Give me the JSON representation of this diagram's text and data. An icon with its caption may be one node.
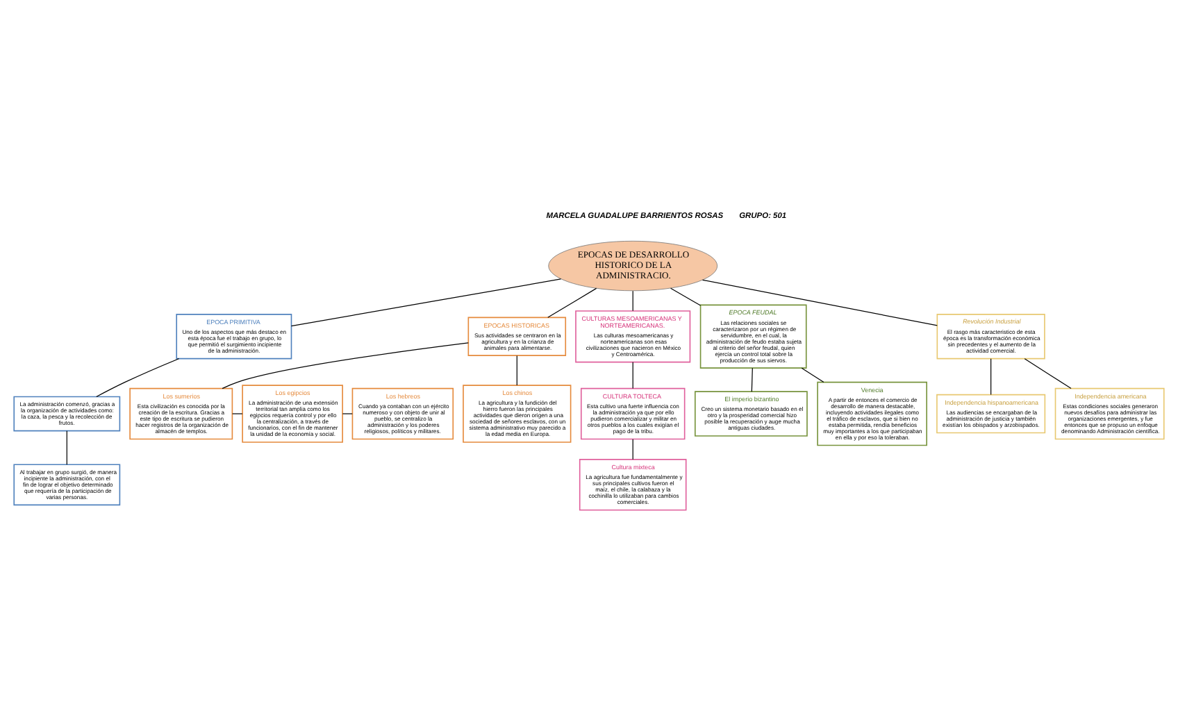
{
  "diagram": {
    "nodes": [
      {
        "text": [
          "EPOCAS DE DESARROLLO HISTORICO DE LA ADMINISTRACIO."
        ]
      },
      {
        "text": [
          "EPOCA PRIMITIVA",
          "Uno de los aspectos que más destaco en esta época fue el trabajo en grupo, lo que permitió el surgimiento incipiente de la administración."
        ]
      },
      {
        "text": [
          "La administración comenzó, gracias a la organización de actividades como: la caza, la pesca y la recolección de frutos."
        ]
      },
      {
        "text": [
          "Al trabajar en grupo surgió, de manera incipiente la administración, con el fin de lograr el objetivo determinado que requería de la participación de varias personas."
        ]
      },
      {
        "text": [
          "EPOCAS HISTORICAS",
          "Sus actividades se centraron en la agricultura y en la crianza de animales para alimentarse."
        ]
      },
      {
        "text": [
          "Los sumerios",
          "Esta civilización es conocida por la creación de la escritura. Gracias a este tipo de escritura se pudieron hacer registros de la organización de almacén de templos."
        ]
      },
      {
        "text": [
          "Los egipcios",
          "La administración de una extensión territorial tan amplia como los egipcios requería control y por ello la centralización, a través de funcionarios, con el fin de mantener la unidad de la economía y social."
        ]
      },
      {
        "text": [
          "Los hebreos",
          "Cuando ya contaban con un ejército numeroso y con objeto de unir al pueblo, se centralizo la administración y los poderes religiosos, políticos y militares."
        ]
      },
      {
        "text": [
          "Los chinos",
          "La agricultura y la fundición del hierro fueron las principales actividades que dieron origen a una sociedad de señores esclavos, con un sistema administrativo muy parecido a la edad media en Europa."
        ]
      },
      {
        "text": [
          "CULTURAS MESOAMERICANAS Y NORTEAMERICANAS.",
          "Las culturas mesoamericanas y norteamericanas son esas civilizaciones que nacieron en México y Centroamérica."
        ]
      },
      {
        "text": [
          "CULTURA TOLTECA",
          "Esta cultivo una fuerte influencia con la administración ya que por ello pudieron comercializar y militar en otros pueblos a los cuales exigían el pago de la tribu."
        ]
      },
      {
        "text": [
          "Cultura mixteca",
          "La agricultura fue fundamentalmente y sus principales cultivos fueron el maíz, el chile, la calabaza y la cochinilla lo utilizaban para cambios comerciales."
        ]
      },
      {
        "text": [
          "EPOCA FEUDAL",
          "Las relaciones sociales se caracterizaron por un régimen de servidumbre, en el cual, la administración de feudo estaba sujeta al criterio del señor feudal, quien ejercía un control total sobre la producción de sus siervos."
        ]
      },
      {
        "text": [
          "El imperio bizantino",
          "Creo un sistema monetario basado en el otro y la prosperidad comercial hizo posible la recuperación y auge mucha antiguas ciudades."
        ]
      },
      {
        "text": [
          "Venecia",
          "A partir de entonces el comercio de desarrollo de manera destacable, incluyendo actividades ilegales como el tráfico de esclavos, que si bien no estaba permitida, rendía beneficios muy importantes a los que participaban en ella y por eso la toleraban."
        ]
      },
      {
        "text": [
          "Revolución Industrial",
          "El rasgo más caracteristico de esta época es la transformación económica sin precedentes y el aumento de la actividad comercial."
        ]
      },
      {
        "text": [
          "Independencia hispanoamericana",
          "Las audiencias se encargaban de la administración de justicia y también existían los obispados y arzobispados."
        ]
      },
      {
        "text": [
          "Independencia americana",
          "Estas condiciones sociales generaron nuevos desafíos para administrar las organizaciones emergentes, y fue entonces que se propuso un enfoque denominando Administración científica."
        ]
      }
    ],
    "edges": [
      {
        "from": 0,
        "to": 1,
        "arrow": "none"
      },
      {
        "from": 1,
        "to": 2,
        "arrow": "none"
      },
      {
        "from": 2,
        "to": 3,
        "arrow": "none"
      },
      {
        "from": 0,
        "to": 4,
        "arrow": "none"
      },
      {
        "from": 4,
        "to": 5,
        "arrow": "none"
      },
      {
        "from": 5,
        "to": 6,
        "arrow": "none"
      },
      {
        "from": 6,
        "to": 7,
        "arrow": "none"
      },
      {
        "from": 4,
        "to": 8,
        "arrow": "none"
      },
      {
        "from": 0,
        "to": 9,
        "arrow": "none"
      },
      {
        "from": 9,
        "to": 10,
        "arrow": "none"
      },
      {
        "from": 10,
        "to": 11,
        "arrow": "none"
      },
      {
        "from": 0,
        "to": 12,
        "arrow": "none"
      },
      {
        "from": 12,
        "to": 13,
        "arrow": "none"
      },
      {
        "from": 12,
        "to": 14,
        "arrow": "none"
      },
      {
        "from": 0,
        "to": 15,
        "arrow": "none"
      },
      {
        "from": 15,
        "to": 16,
        "arrow": "none"
      },
      {
        "from": 15,
        "to": 17,
        "arrow": "none"
      }
    ],
    "labels": [
      "MARCELA GUADALUPE BARRIENTOS ROSAS",
      "GRUPO: 501"
    ]
  }
}
